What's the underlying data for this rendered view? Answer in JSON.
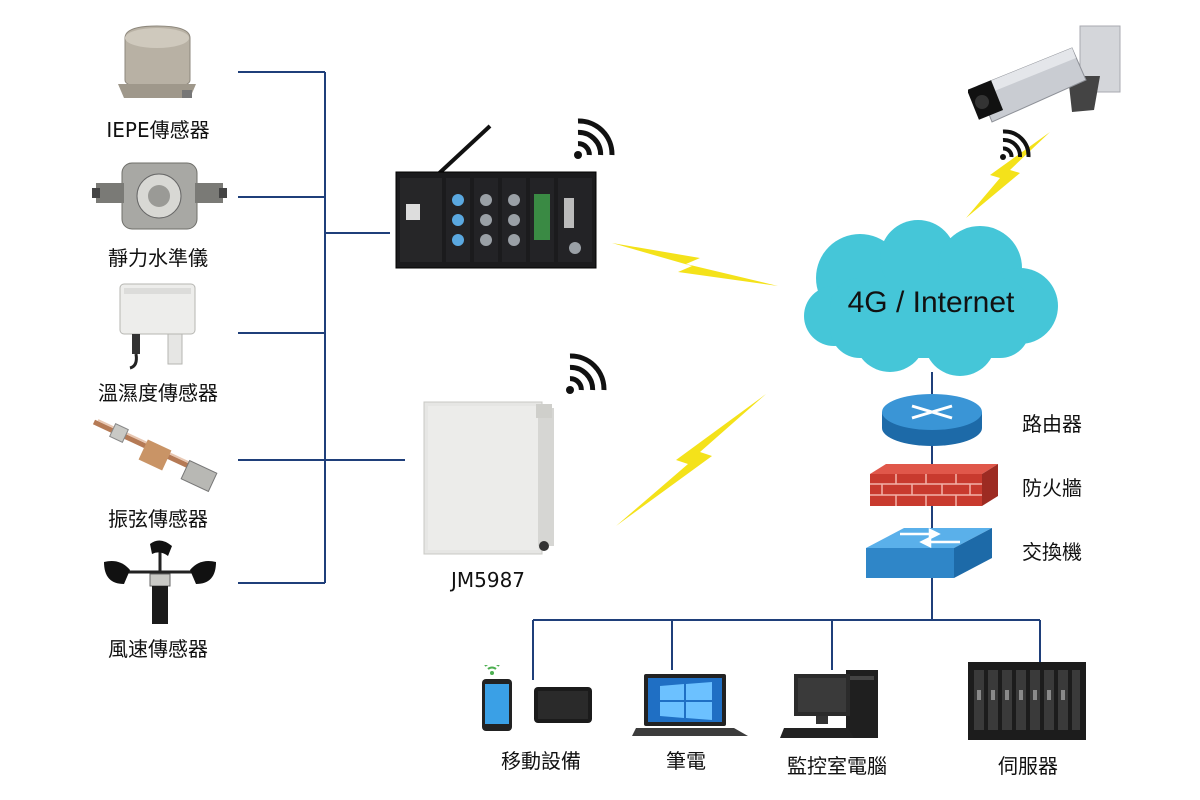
{
  "sensors": [
    {
      "label": "IEPE傳感器",
      "icon": "iepe-sensor-icon"
    },
    {
      "label": "靜力水準儀",
      "icon": "static-level-gauge-icon"
    },
    {
      "label": "溫濕度傳感器",
      "icon": "temp-humidity-sensor-icon"
    },
    {
      "label": "振弦傳感器",
      "icon": "vibrating-wire-sensor-icon"
    },
    {
      "label": "風速傳感器",
      "icon": "anemometer-icon"
    }
  ],
  "devices": {
    "acquisition_rack": {
      "icon": "data-acquisition-rack-icon"
    },
    "enclosure": {
      "label": "JM5987",
      "icon": "enclosure-box-icon"
    },
    "camera": {
      "icon": "surveillance-camera-icon"
    }
  },
  "cloud": {
    "label": "4G / Internet"
  },
  "network_chain": [
    {
      "label": "路由器",
      "icon": "router-icon"
    },
    {
      "label": "防火牆",
      "icon": "firewall-icon"
    },
    {
      "label": "交換機",
      "icon": "switch-icon"
    }
  ],
  "terminals": [
    {
      "label": "移動設備",
      "icon": "mobile-devices-icon"
    },
    {
      "label": "筆電",
      "icon": "laptop-icon"
    },
    {
      "label": "監控室電腦",
      "icon": "desktop-computer-icon"
    },
    {
      "label": "伺服器",
      "icon": "server-icon"
    }
  ],
  "colors": {
    "line": "#1f3f7a",
    "cloud": "#45c6d8",
    "lightning": "#f4e21a",
    "router": "#2a86c8",
    "firewall": "#c83a2e",
    "switch": "#3b8fd4"
  }
}
